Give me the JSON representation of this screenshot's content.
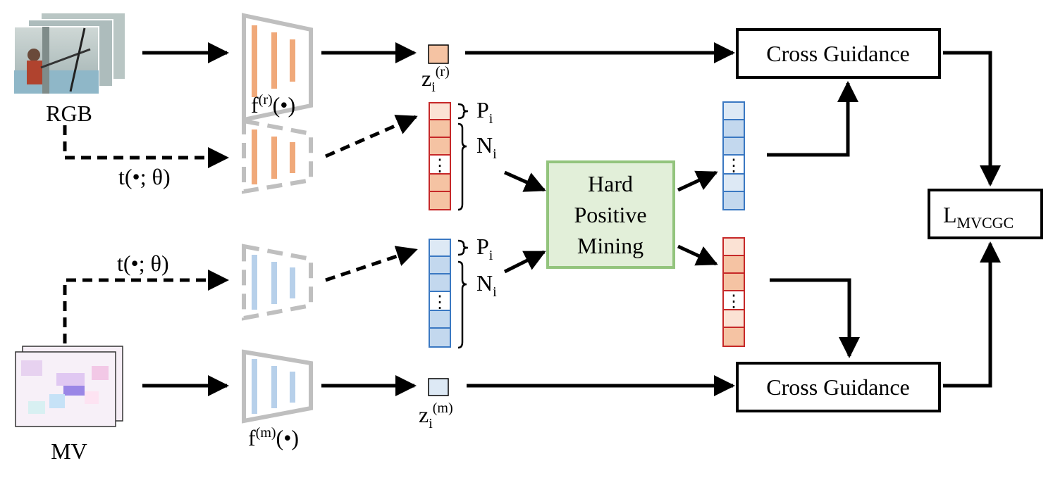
{
  "inputs": {
    "rgb_label": "RGB",
    "mv_label": "MV"
  },
  "encoders": {
    "rgb_f": "f",
    "rgb_sup": "(r)",
    "rgb_arg": "(•)",
    "mv_f": "f",
    "mv_sup": "(m)",
    "mv_arg": "(•)",
    "transform_top": "t(•; θ)",
    "transform_bottom": "t(•; θ)"
  },
  "embeddings": {
    "zr_base": "z",
    "zr_sub": "i",
    "zr_sup": "(r)",
    "zm_base": "z",
    "zm_sub": "i",
    "zm_sup": "(m)"
  },
  "queues": {
    "pos_base": "P",
    "pos_sub": "i",
    "neg_base": "N",
    "neg_sub": "i",
    "ellipsis": "⋮"
  },
  "boxes": {
    "cross_guidance_top": "Cross Guidance",
    "cross_guidance_bottom": "Cross Guidance",
    "hard_positive_line1": "Hard",
    "hard_positive_line2": "Positive",
    "hard_positive_line3": "Mining",
    "loss_base": "L",
    "loss_sub": "MVCGC"
  },
  "colors": {
    "orange_fill": "#f5c3a3",
    "orange_light": "#fbe2d4",
    "orange_border": "#d32f2f",
    "blue_fill": "#c3d8ee",
    "blue_light": "#dde9f5",
    "blue_border": "#3a78c2",
    "encoder_gray": "#bfbfbf",
    "encoder_bar_orange": "#f0a97a",
    "encoder_bar_blue": "#b7d0ea",
    "hpm_fill": "#e2efd9",
    "hpm_border": "#93c47d"
  }
}
